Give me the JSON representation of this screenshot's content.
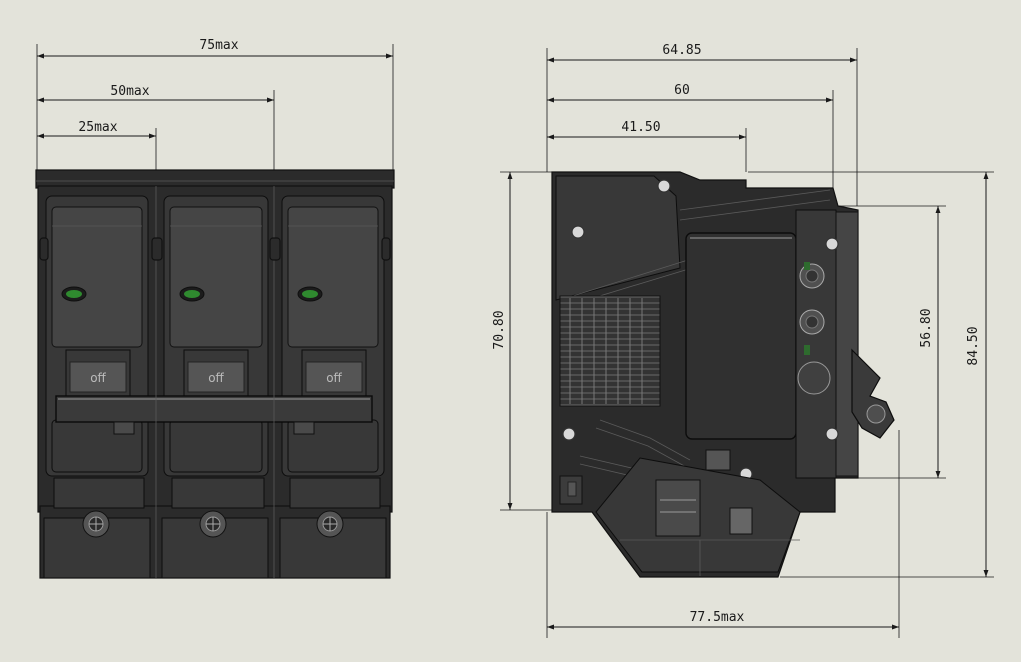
{
  "colors": {
    "background": "#e3e3da",
    "body": "#2b2b2b",
    "indicator": "#2f8a2f",
    "dimension_line": "#1a1a1a"
  },
  "front_view": {
    "dimensions": {
      "overall_width": "75max",
      "two_pole_width": "50max",
      "one_pole_width": "25max"
    },
    "pole_count": 3
  },
  "side_view": {
    "dimensions": {
      "depth_total": "64.85",
      "depth_60": "60",
      "depth_front": "41.50",
      "height_70": "70.80",
      "height_56": "56.80",
      "height_84": "84.50",
      "base_width": "77.5max"
    }
  }
}
